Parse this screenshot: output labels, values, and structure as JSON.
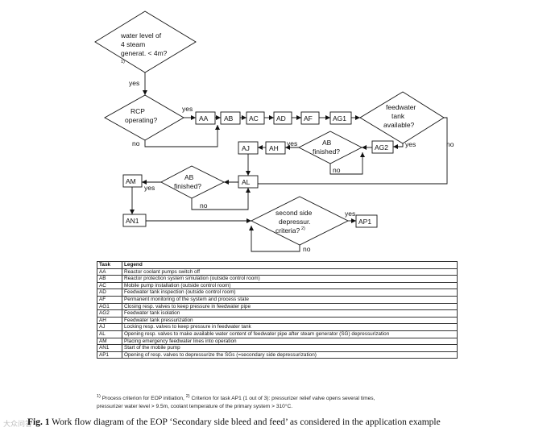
{
  "diagram": {
    "decision_water_level": [
      "water level of",
      "4 steam",
      "generat. < 4m?"
    ],
    "decision_water_level_ref": "1)",
    "decision_rcp": [
      "RCP",
      "operating?"
    ],
    "decision_fwt": [
      "feedwater",
      "tank",
      "available?"
    ],
    "decision_ab1": [
      "AB",
      "finished?"
    ],
    "decision_ab2": [
      "AB",
      "finished?"
    ],
    "decision_ssd": [
      "second side",
      "depressur.",
      "criteria?"
    ],
    "decision_ssd_ref": "2)",
    "yes": "yes",
    "no": "no",
    "tasks": {
      "AA": "AA",
      "AB": "AB",
      "AC": "AC",
      "AD": "AD",
      "AF": "AF",
      "AG1": "AG1",
      "AG2": "AG2",
      "AH": "AH",
      "AJ": "AJ",
      "AL": "AL",
      "AM": "AM",
      "AN1": "AN1",
      "AP1": "AP1"
    }
  },
  "legend": {
    "header_task": "Task",
    "header_legend": "Legend",
    "rows": [
      {
        "task": "AA",
        "text": "Reactor coolant pumps switch off"
      },
      {
        "task": "AB",
        "text": "Reactor protection system simulation (outside control room)"
      },
      {
        "task": "AC",
        "text": "Mobile pump installation (outside control room)"
      },
      {
        "task": "AD",
        "text": "Feedwater tank inspection (outside control room)"
      },
      {
        "task": "AF",
        "text": "Permanent monitoring of the system and process state"
      },
      {
        "task": "AG1",
        "text": "Closing resp. valves to keep pressure in feedwater pipe"
      },
      {
        "task": "AG2",
        "text": "Feedwater tank isolation"
      },
      {
        "task": "AH",
        "text": "Feedwater tank pressurization"
      },
      {
        "task": "AJ",
        "text": "Locking resp. valves to keep pressure in feedwater tank"
      },
      {
        "task": "AL",
        "text": "Opening resp. valves to make available water content of feedwater pipe after steam generator (SG) depressurization"
      },
      {
        "task": "AM",
        "text": "Placing emergency feedwater lines into operation"
      },
      {
        "task": "AN1",
        "text": "Start of the mobile pump"
      },
      {
        "task": "AP1",
        "text": "Opening of resp. valves to depressurize the SGs (=secondary side depressurization)"
      }
    ]
  },
  "footnote": {
    "ref1": "1)",
    "text1": "Process criterion for EOP initiation,",
    "ref2": "2)",
    "text2": "Criterion for task AP1 (1 out of 3): pressurizer relief valve opens several times,",
    "line2": "pressurizer water level > 9.5m, coolant temperature of the primary system > 310°C."
  },
  "caption": {
    "label": "Fig. 1",
    "text": "Work flow diagram of the EOP ‘Secondary side bleed and feed’ as considered in the application example"
  },
  "watermark": "大众问答"
}
